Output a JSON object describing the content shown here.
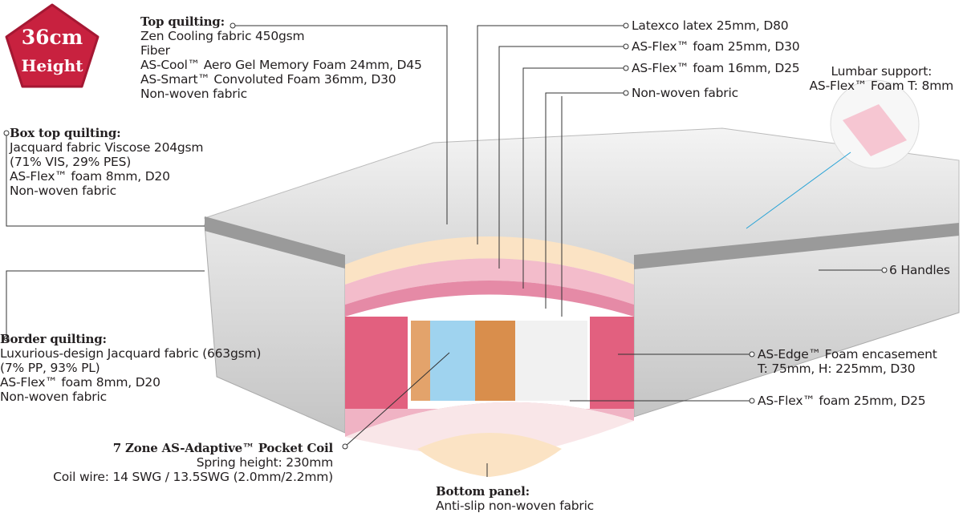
{
  "badge": {
    "size": "36cm",
    "label": "Height",
    "color": "#c8213f"
  },
  "top_quilting": {
    "title": "Top quilting:",
    "lines": [
      "Zen Cooling fabric 450gsm",
      "Fiber",
      "AS-Cool™ Aero Gel Memory Foam 24mm, D45",
      "AS-Smart™ Convoluted Foam 36mm, D30",
      "Non-woven fabric"
    ]
  },
  "box_top": {
    "title": "Box top quilting:",
    "lines": [
      "Jacquard fabric Viscose 204gsm",
      "(71% VIS, 29% PES)",
      "AS-Flex™ foam 8mm, D20",
      "Non-woven fabric"
    ]
  },
  "border": {
    "title": "Border quilting:",
    "lines": [
      "Luxurious-design Jacquard fabric (663gsm)",
      "(7% PP, 93% PL)",
      "AS-Flex™ foam 8mm, D20",
      "Non-woven fabric"
    ]
  },
  "coil": {
    "title": "7 Zone AS-Adaptive™ Pocket Coil",
    "lines": [
      "Spring height: 230mm",
      "Coil wire: 14 SWG / 13.5SWG (2.0mm/2.2mm)"
    ]
  },
  "bottom": {
    "title": "Bottom panel:",
    "lines": [
      "Anti-slip non-woven fabric"
    ]
  },
  "right": {
    "latex": "Latexco latex 25mm, D80",
    "flex25": "AS-Flex™ foam 25mm, D30",
    "flex16": "AS-Flex™ foam 16mm, D25",
    "nonwoven": "Non-woven fabric",
    "lumbar": [
      "Lumbar support:",
      "AS-Flex™ Foam T: 8mm"
    ],
    "handles": "6 Handles",
    "edge": [
      "AS-Edge™ Foam encasement",
      "T: 75mm, H: 225mm, D30"
    ],
    "flex25b": "AS-Flex™ foam 25mm, D25"
  }
}
